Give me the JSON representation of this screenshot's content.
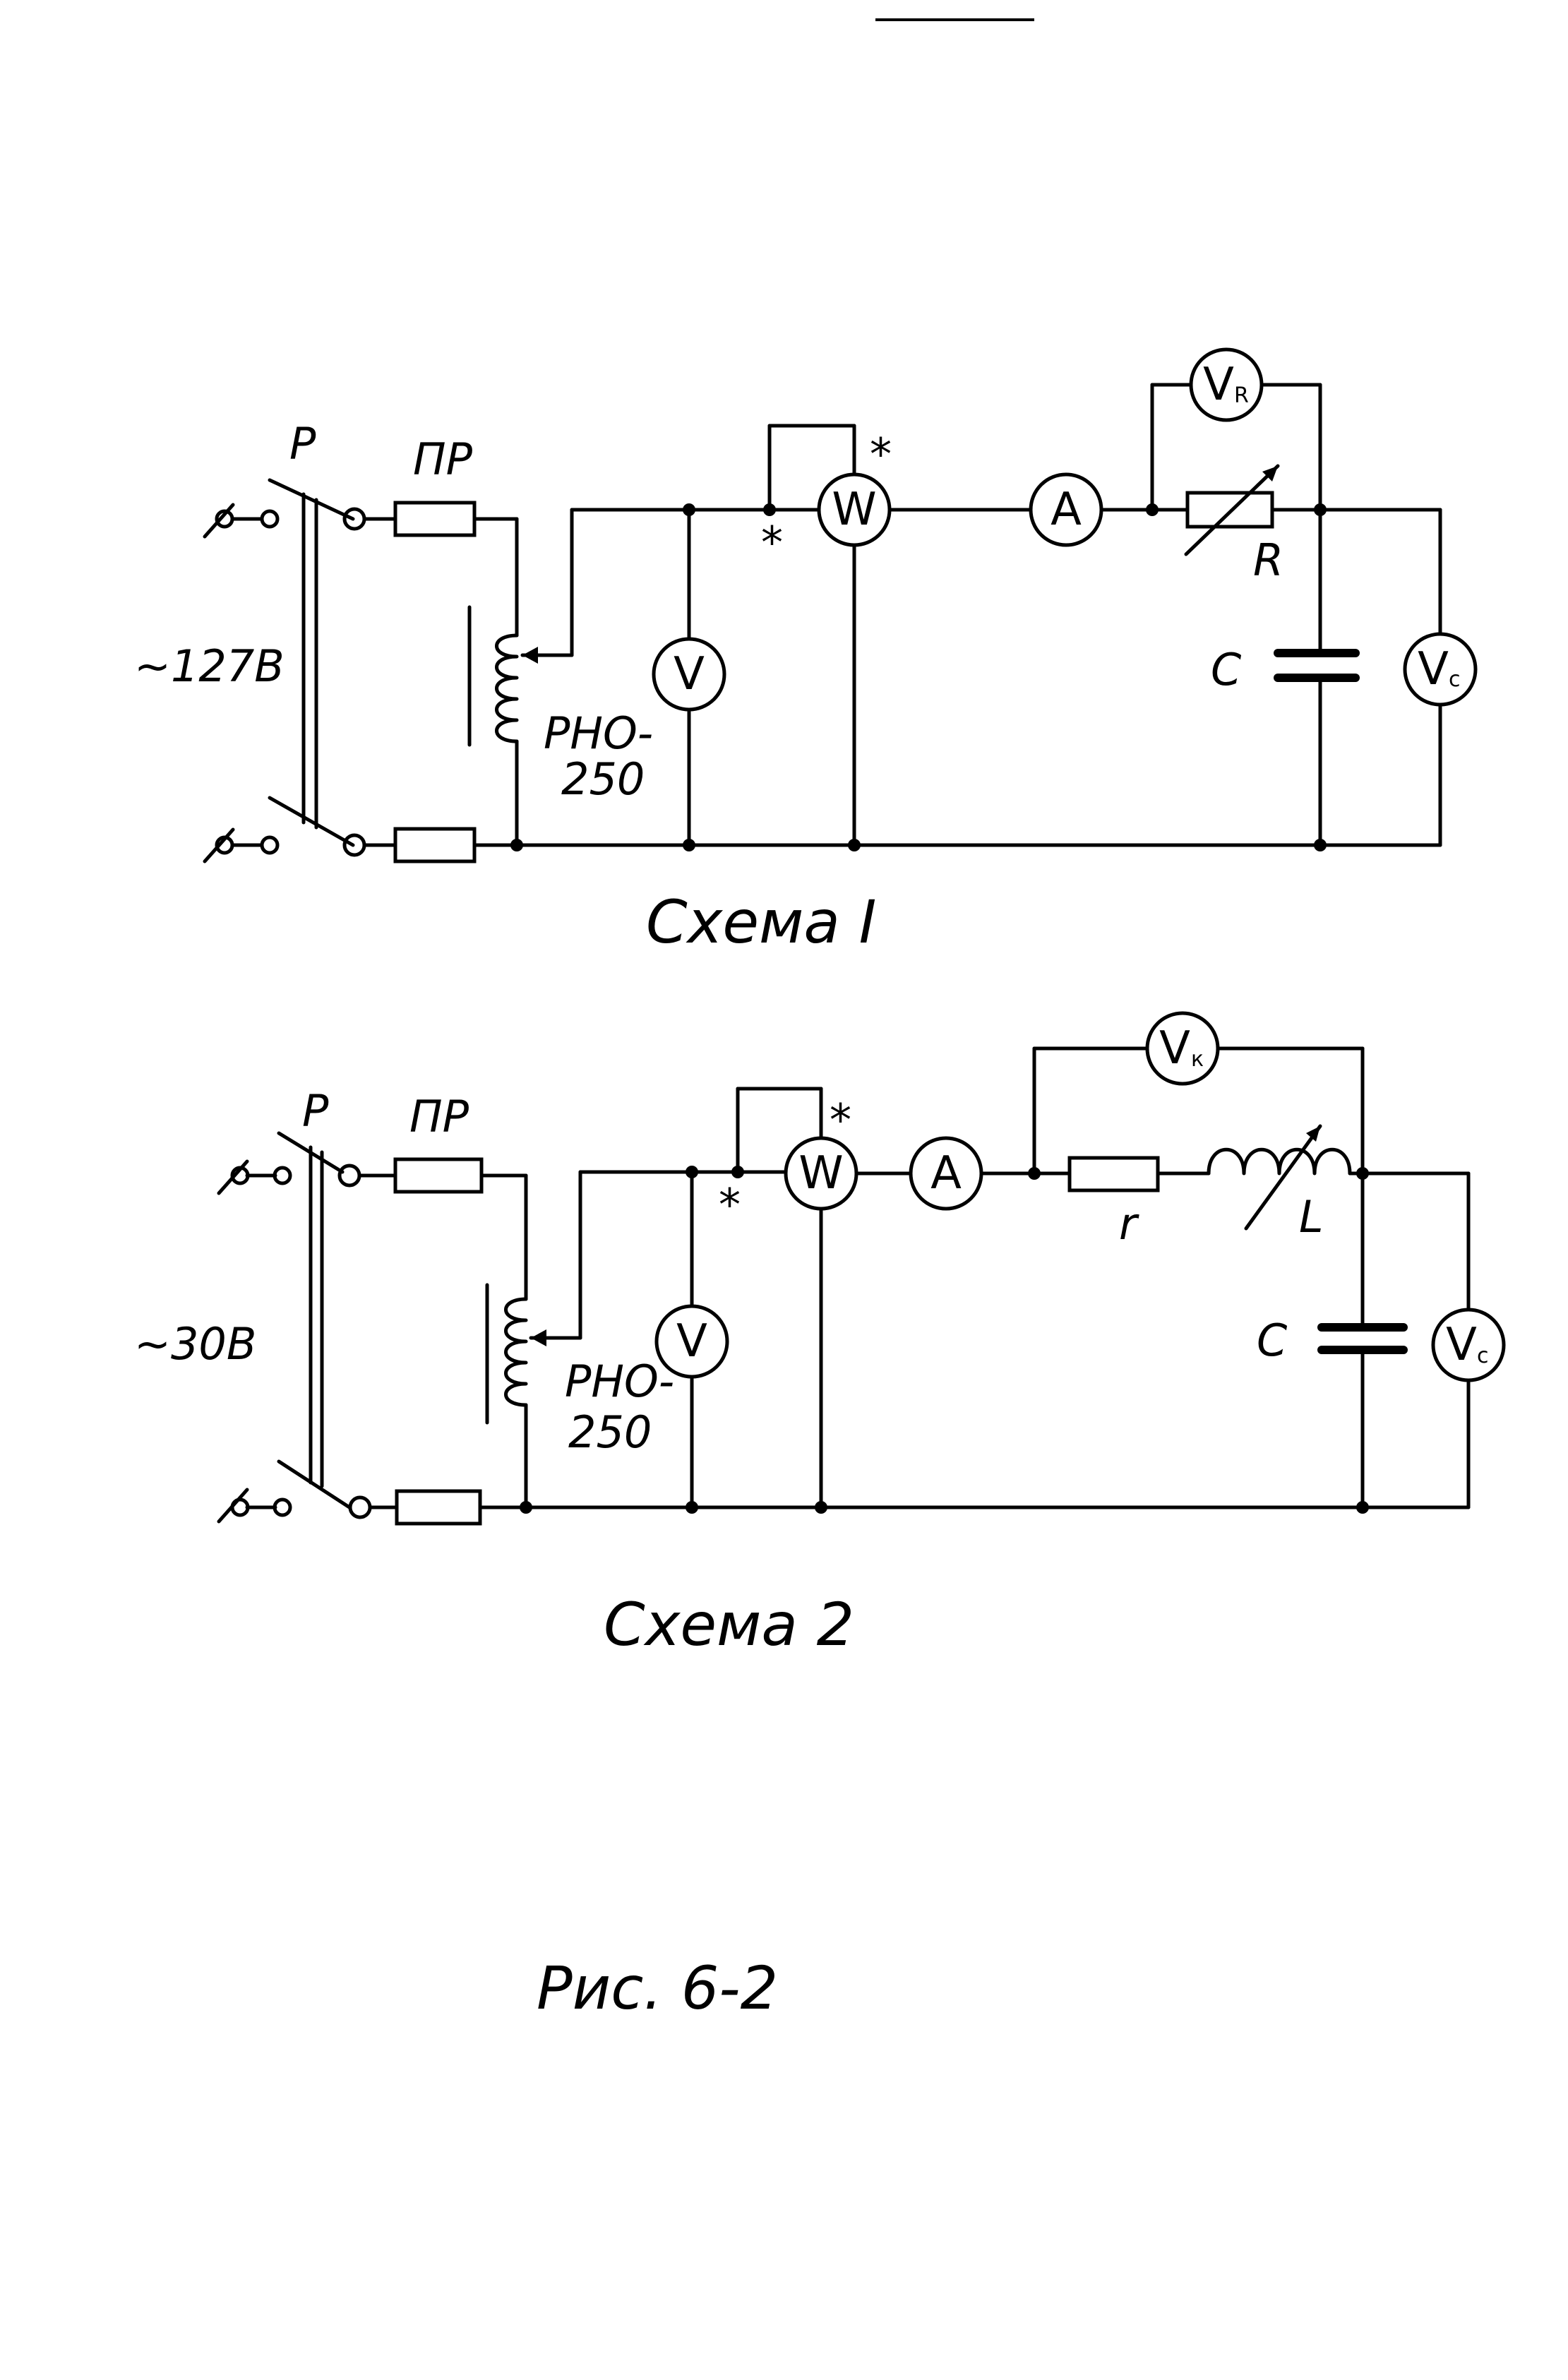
{
  "scheme1": {
    "switch": "P",
    "fuse": "ПР",
    "source": "~127В",
    "autotransformer_line1": "РНО-",
    "autotransformer_line2": "250",
    "voltmeter": "V",
    "wattmeter": "W",
    "ammeter": "A",
    "star": "*",
    "vr_main": "V",
    "vr_sub": "R",
    "resistor": "R",
    "capacitor": "C",
    "vc_main": "V",
    "vc_sub": "c",
    "caption": "Схема I"
  },
  "scheme2": {
    "switch": "P",
    "fuse": "ПР",
    "source": "~30В",
    "autotransformer_line1": "РНО-",
    "autotransformer_line2": "250",
    "voltmeter": "V",
    "wattmeter": "W",
    "ammeter": "A",
    "star": "*",
    "vk_main": "V",
    "vk_sub": "к",
    "resistor": "r",
    "inductor": "L",
    "capacitor": "C",
    "vc_main": "V",
    "vc_sub": "c",
    "caption": "Схема 2"
  },
  "figure_caption": "Рис. 6-2"
}
